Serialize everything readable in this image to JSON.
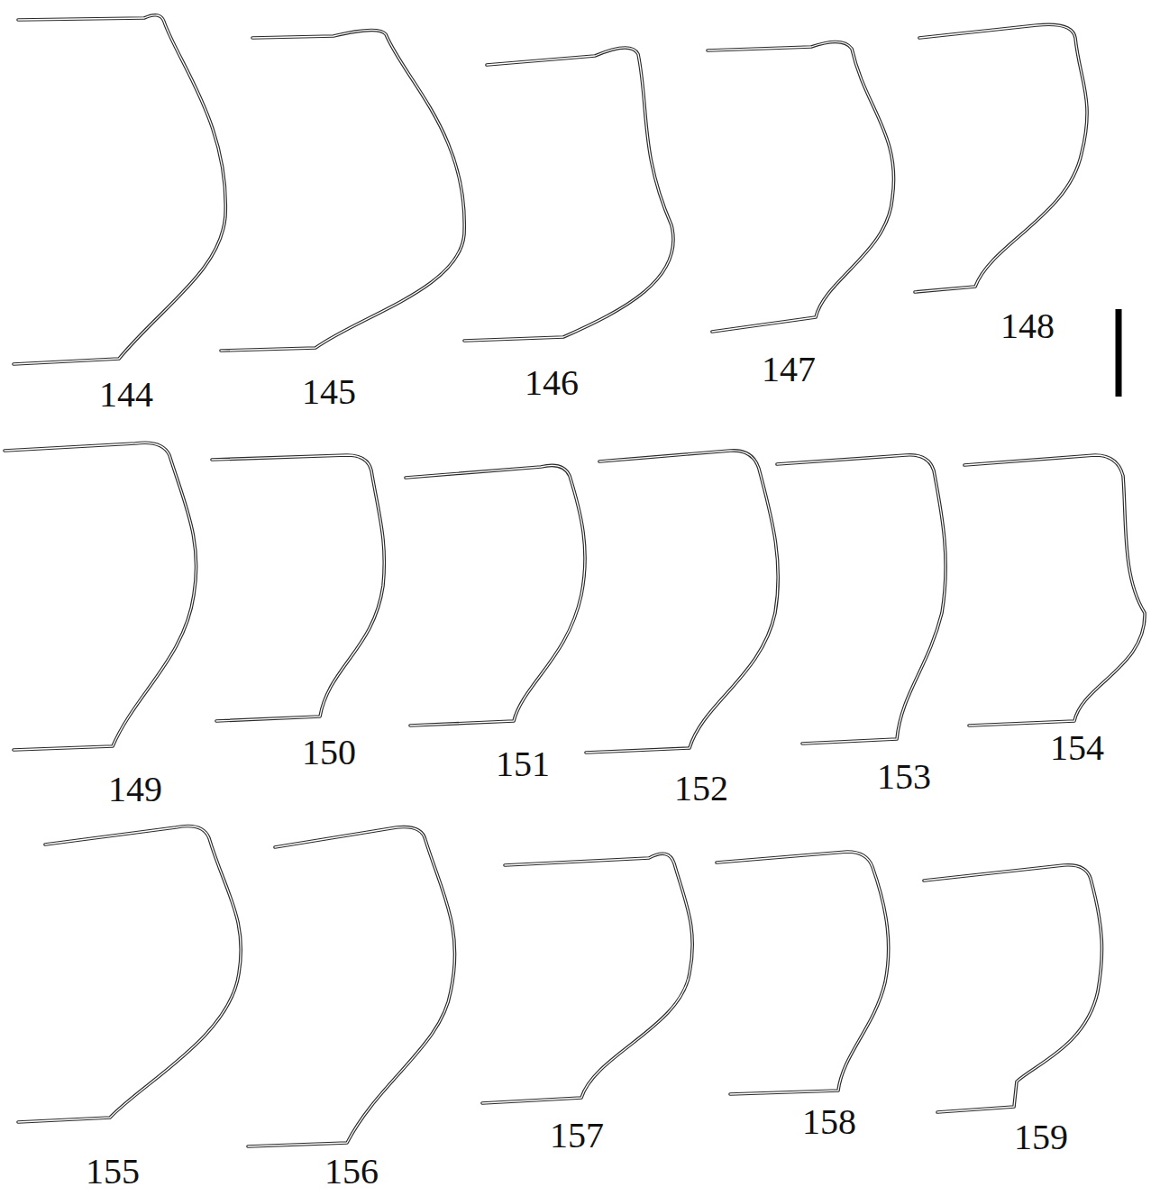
{
  "diagram": {
    "labels": [
      "144",
      "145",
      "146",
      "147",
      "148",
      "149",
      "150",
      "151",
      "152",
      "153",
      "154",
      "155",
      "156",
      "157",
      "158",
      "159"
    ]
  }
}
